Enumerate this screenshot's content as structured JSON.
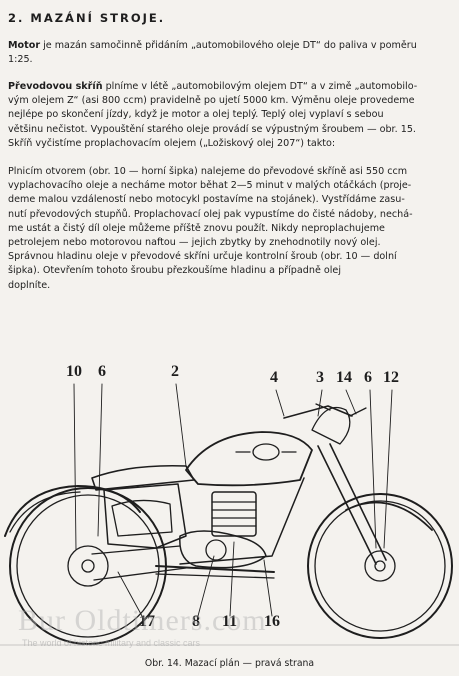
{
  "heading": "2. MAZÁNÍ STROJE.",
  "paragraph1": {
    "lead": "Motor",
    "lines": [
      " je mazán samočinně přidáním „automobilového oleje DT“ do paliva v poměru",
      "1:25."
    ]
  },
  "paragraph2": {
    "lead": "Převodovou skříň",
    "lines": [
      " plníme v létě „automobilovým olejem DT“ a v zimě „automobilo-",
      "vým olejem Z“ (asi 800 ccm) pravidelně po ujetí 5000 km. Výměnu oleje provedeme",
      "nejlépe po skončení jízdy, když je motor a olej teplý. Teplý olej vyplaví s sebou",
      "většinu nečistot. Vypouštění starého oleje provádí se výpustným šroubem — obr. 15.",
      "Skříň vyčistíme proplachovacím olejem („Ložiskový olej 207“) takto:"
    ]
  },
  "paragraph3": {
    "lines": [
      "Plnicím otvorem (obr. 10 — horní šipka) nalejeme do převodové skříně asi 550 ccm",
      "vyplachovacího oleje a necháme motor běhat 2—5 minut v malých otáčkách (proje-",
      "deme malou vzdáleností nebo motocykl postavíme na stojánek). Vystřídáme zasu-",
      "nutí převodových stupňů. Proplachovací olej pak vypustíme do čisté nádoby, nechá-",
      "me ustát a čistý díl oleje můžeme příště znovu použít. Nikdy neproplachujeme",
      "petrolejem nebo motorovou naftou — jejich zbytky by znehodnotily nový olej.",
      "Správnou hladinu oleje v převodové skříni určuje kontrolní šroub (obr. 10 — dolní",
      "šipka). Otevřením tohoto šroubu přezkoušíme hladinu a případně olej",
      "doplníte."
    ]
  },
  "figure": {
    "labels": [
      "10",
      "6",
      "2",
      "4",
      "3",
      "14",
      "6",
      "12",
      "17",
      "8",
      "11",
      "16"
    ]
  },
  "caption": "Obr. 14. Mazací plán — pravá strana",
  "watermark": "Bur Oldtimers.com",
  "watermark_sub": "The world of historic military and classic cars"
}
